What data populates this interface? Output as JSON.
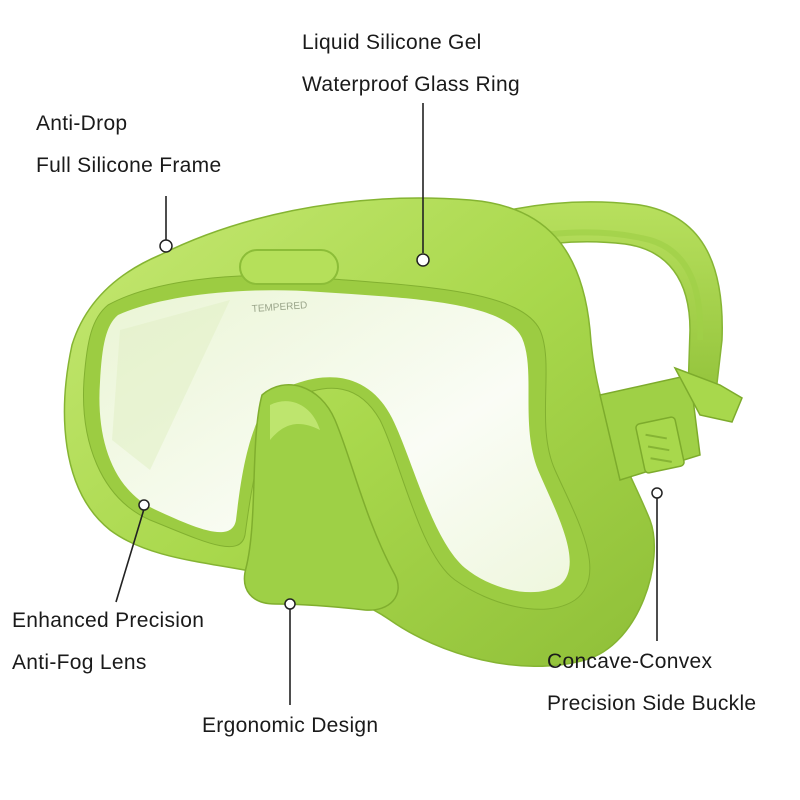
{
  "callouts": {
    "liquid_silicone": {
      "line1": "Liquid Silicone Gel",
      "line2": "Waterproof Glass Ring"
    },
    "anti_drop": {
      "line1": "Anti-Drop",
      "line2": "Full Silicone Frame"
    },
    "anti_fog": {
      "line1": "Enhanced Precision",
      "line2": "Anti-Fog Lens"
    },
    "ergonomic": {
      "line1": "Ergonomic Design"
    },
    "side_buckle": {
      "line1": "Concave-Convex",
      "line2": "Precision Side Buckle"
    }
  },
  "lens_imprint": "TEMPERED",
  "colors": {
    "silicone": "#a8d84a",
    "silicone_dark": "#8fc23a",
    "silicone_light": "#c4e86e",
    "buckle": "#9ccc42",
    "background": "#ffffff",
    "text": "#1a1a1a"
  },
  "icons": {
    "callout_marker": "circle-dot"
  }
}
